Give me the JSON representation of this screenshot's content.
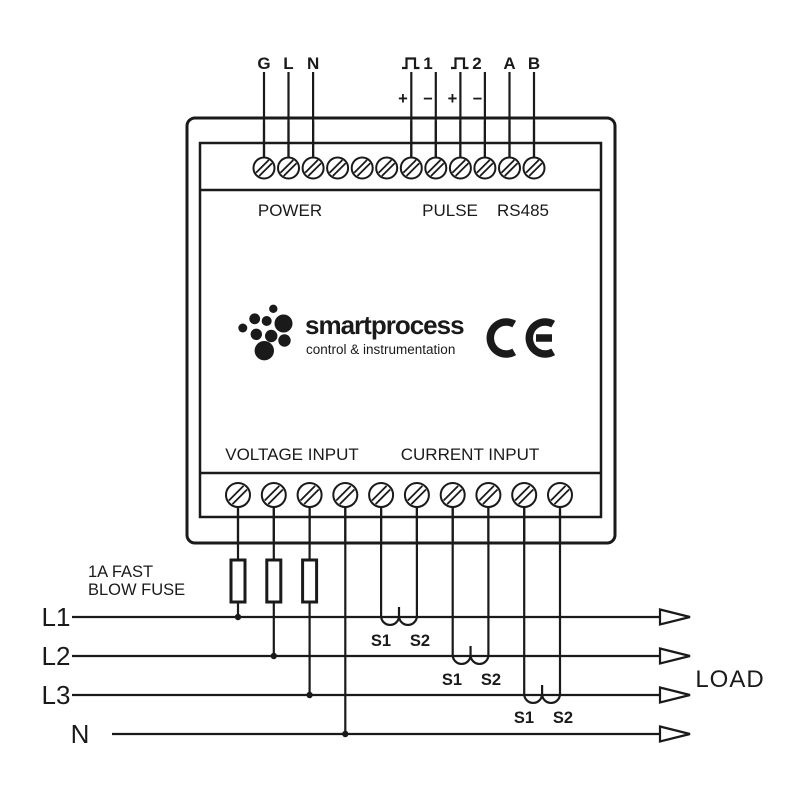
{
  "colors": {
    "ink": "#1a1a1a",
    "bg": "#ffffff"
  },
  "device": {
    "top_terminal_count": 12,
    "bottom_terminal_count": 10,
    "top_terminals": {
      "g": "G",
      "l": "L",
      "n": "N",
      "pulse1_num": "1",
      "pulse2_num": "2",
      "pulse1_plus": "+",
      "pulse1_minus": "−",
      "pulse2_plus": "+",
      "pulse2_minus": "−",
      "a": "A",
      "b": "B"
    },
    "section_labels": {
      "power": "POWER",
      "pulse": "PULSE",
      "rs485": "RS485",
      "voltage_input": "VOLTAGE INPUT",
      "current_input": "CURRENT INPUT"
    },
    "brand": {
      "name": "smartprocess",
      "tagline": "control & instrumentation",
      "certification": "CE"
    }
  },
  "wiring": {
    "fuse_note_line1": "1A FAST",
    "fuse_note_line2": "BLOW FUSE",
    "phase_labels": {
      "l1": "L1",
      "l2": "L2",
      "l3": "L3",
      "n": "N"
    },
    "ct_terminal_labels": {
      "s1": "S1",
      "s2": "S2"
    },
    "load_label": "LOAD"
  }
}
